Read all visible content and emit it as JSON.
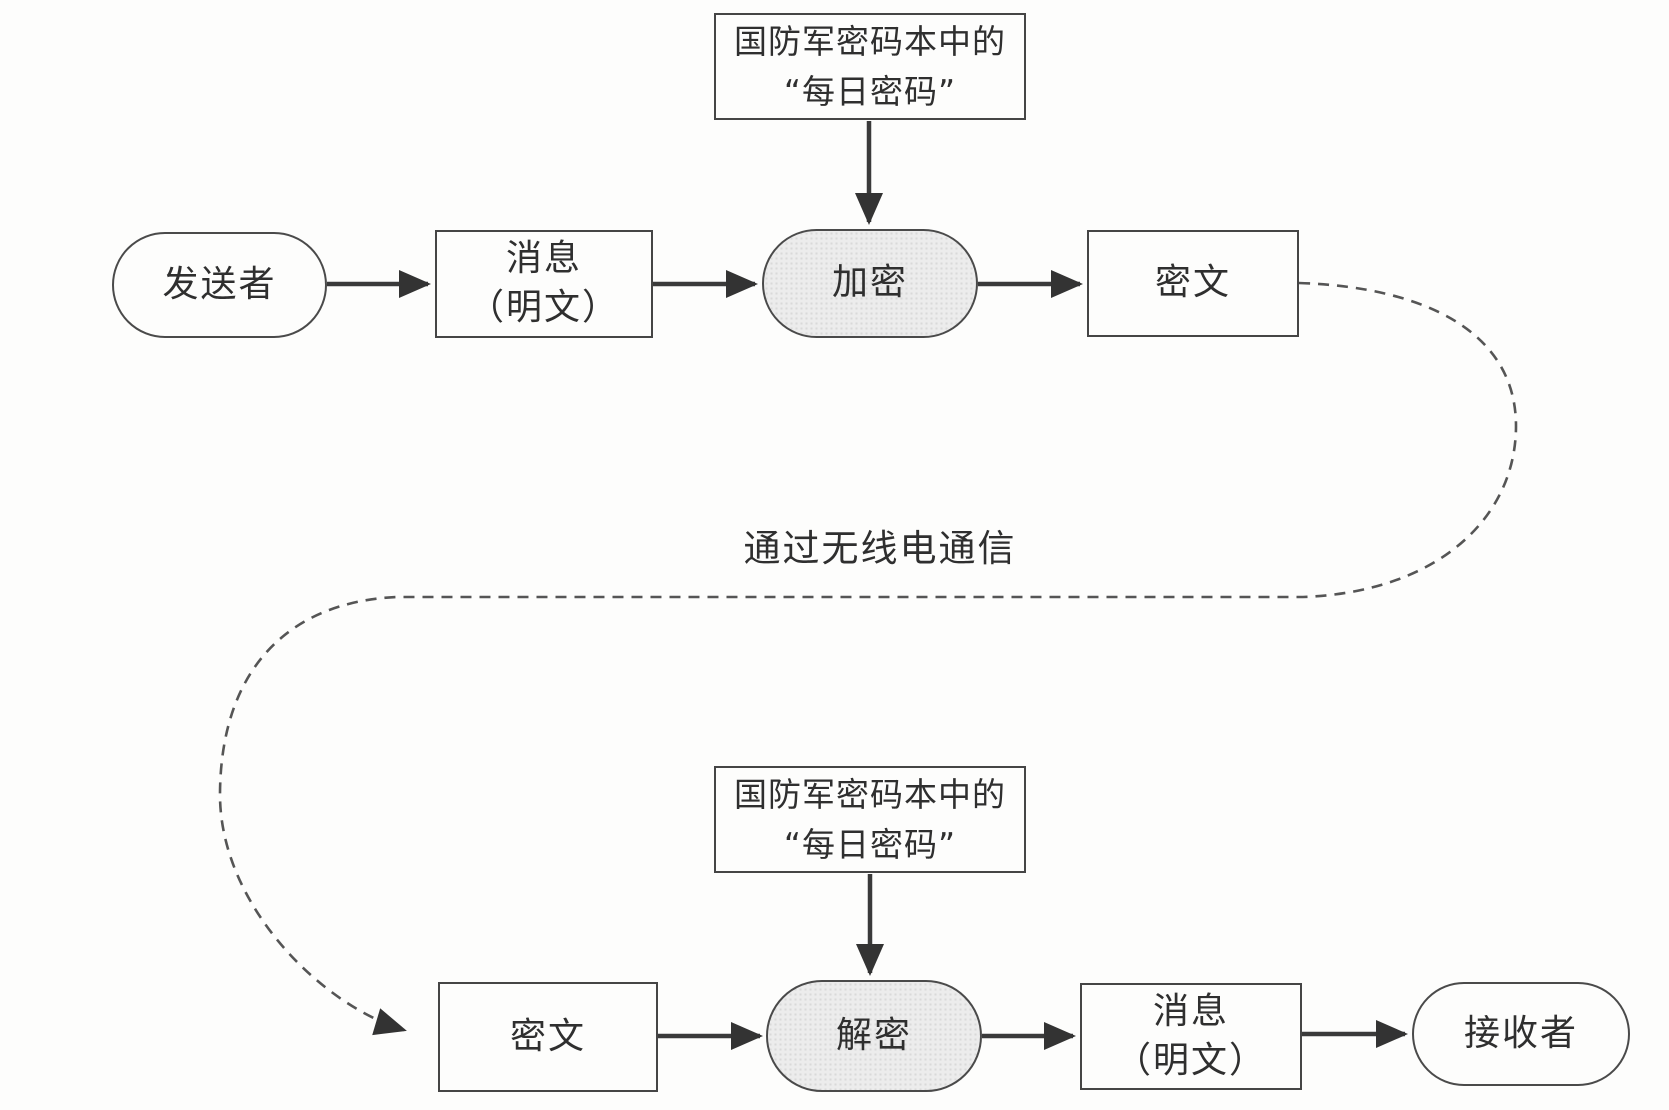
{
  "figure": {
    "type": "flow-diagram",
    "background_color": "#fdfdfc",
    "line_color": "#3a3a3a",
    "stadium_fill_color": "#ececec",
    "top_flow": {
      "sender_label": "发送者",
      "message_line1": "消息",
      "message_line2": "（明文）",
      "encrypt_label": "加密",
      "ciphertext_label": "密文"
    },
    "daily_key": {
      "line1": "国防军密码本中的",
      "line2": "“每日密码”"
    },
    "transmission_label": "通过无线电通信",
    "bottom_flow": {
      "ciphertext_label": "密文",
      "decrypt_label": "解密",
      "message_line1": "消息",
      "message_line2": "（明文）",
      "receiver_label": "接收者"
    }
  }
}
